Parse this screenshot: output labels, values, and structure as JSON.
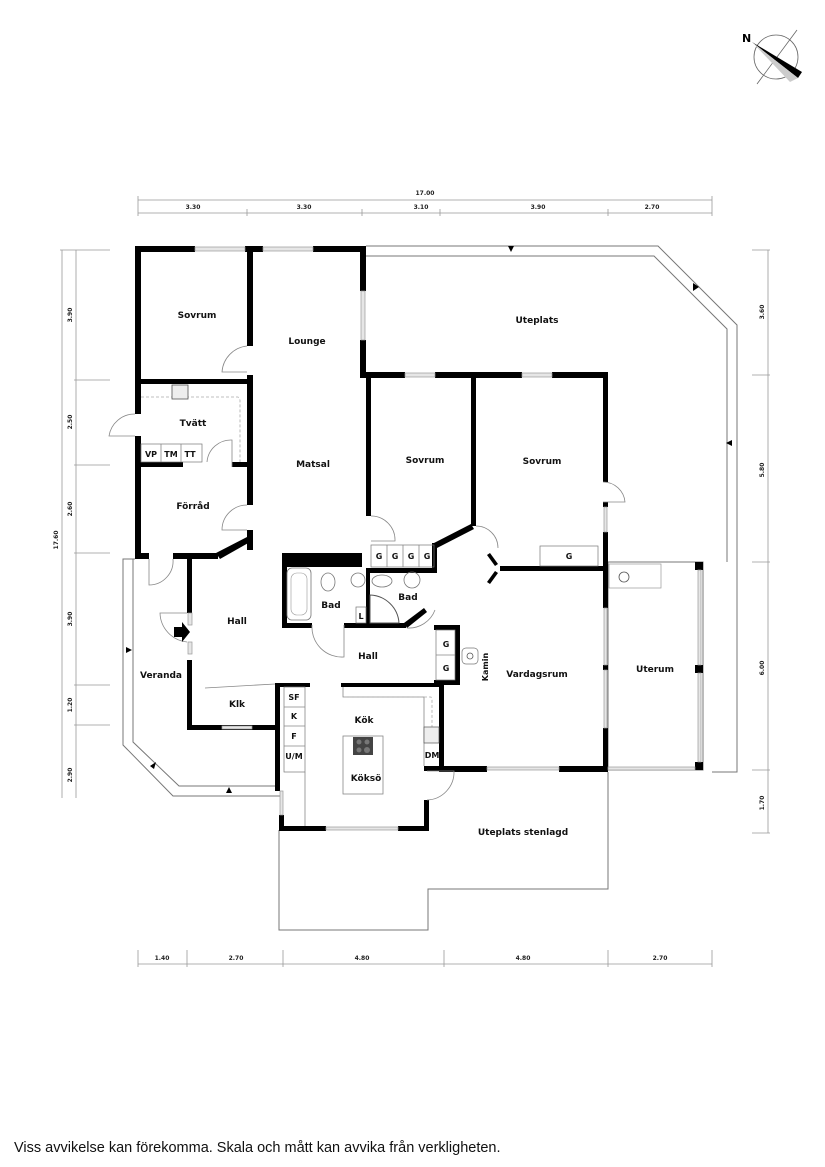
{
  "compass": {
    "label": "N"
  },
  "dimensions": {
    "top_total": "17.00",
    "top": [
      "3.30",
      "3.30",
      "3.10",
      "3.90",
      "2.70"
    ],
    "left_total": "17.60",
    "left": [
      "3.90",
      "2.50",
      "2.60",
      "3.90",
      "1.20",
      "2.90"
    ],
    "right": [
      "3.60",
      "5.80",
      "6.00",
      "1.70"
    ],
    "bottom": [
      "1.40",
      "2.70",
      "4.80",
      "4.80",
      "2.70"
    ]
  },
  "rooms": {
    "sovrum_1": "Sovrum",
    "lounge": "Lounge",
    "uteplats": "Uteplats",
    "tvatt": "Tvätt",
    "matsal": "Matsal",
    "sovrum_2": "Sovrum",
    "sovrum_3": "Sovrum",
    "forrad": "Förråd",
    "hall_1": "Hall",
    "bad_1": "Bad",
    "bad_2": "Bad",
    "hall_2": "Hall",
    "veranda": "Veranda",
    "vardagsrum": "Vardagsrum",
    "uterum": "Uterum",
    "klk": "Klk",
    "kok": "Kök",
    "kokso": "Köksö",
    "uteplats_stenlagd": "Uteplats stenlagd",
    "kamin": "Kamin"
  },
  "fixtures": {
    "vp": "VP",
    "tm": "TM",
    "tt": "TT",
    "g": "G",
    "l": "L",
    "sf": "SF",
    "k": "K",
    "f": "F",
    "um": "U/M",
    "dm": "DM"
  },
  "disclaimer": "Viss avvikelse kan förekomma. Skala och mått kan avvika från verkligheten."
}
